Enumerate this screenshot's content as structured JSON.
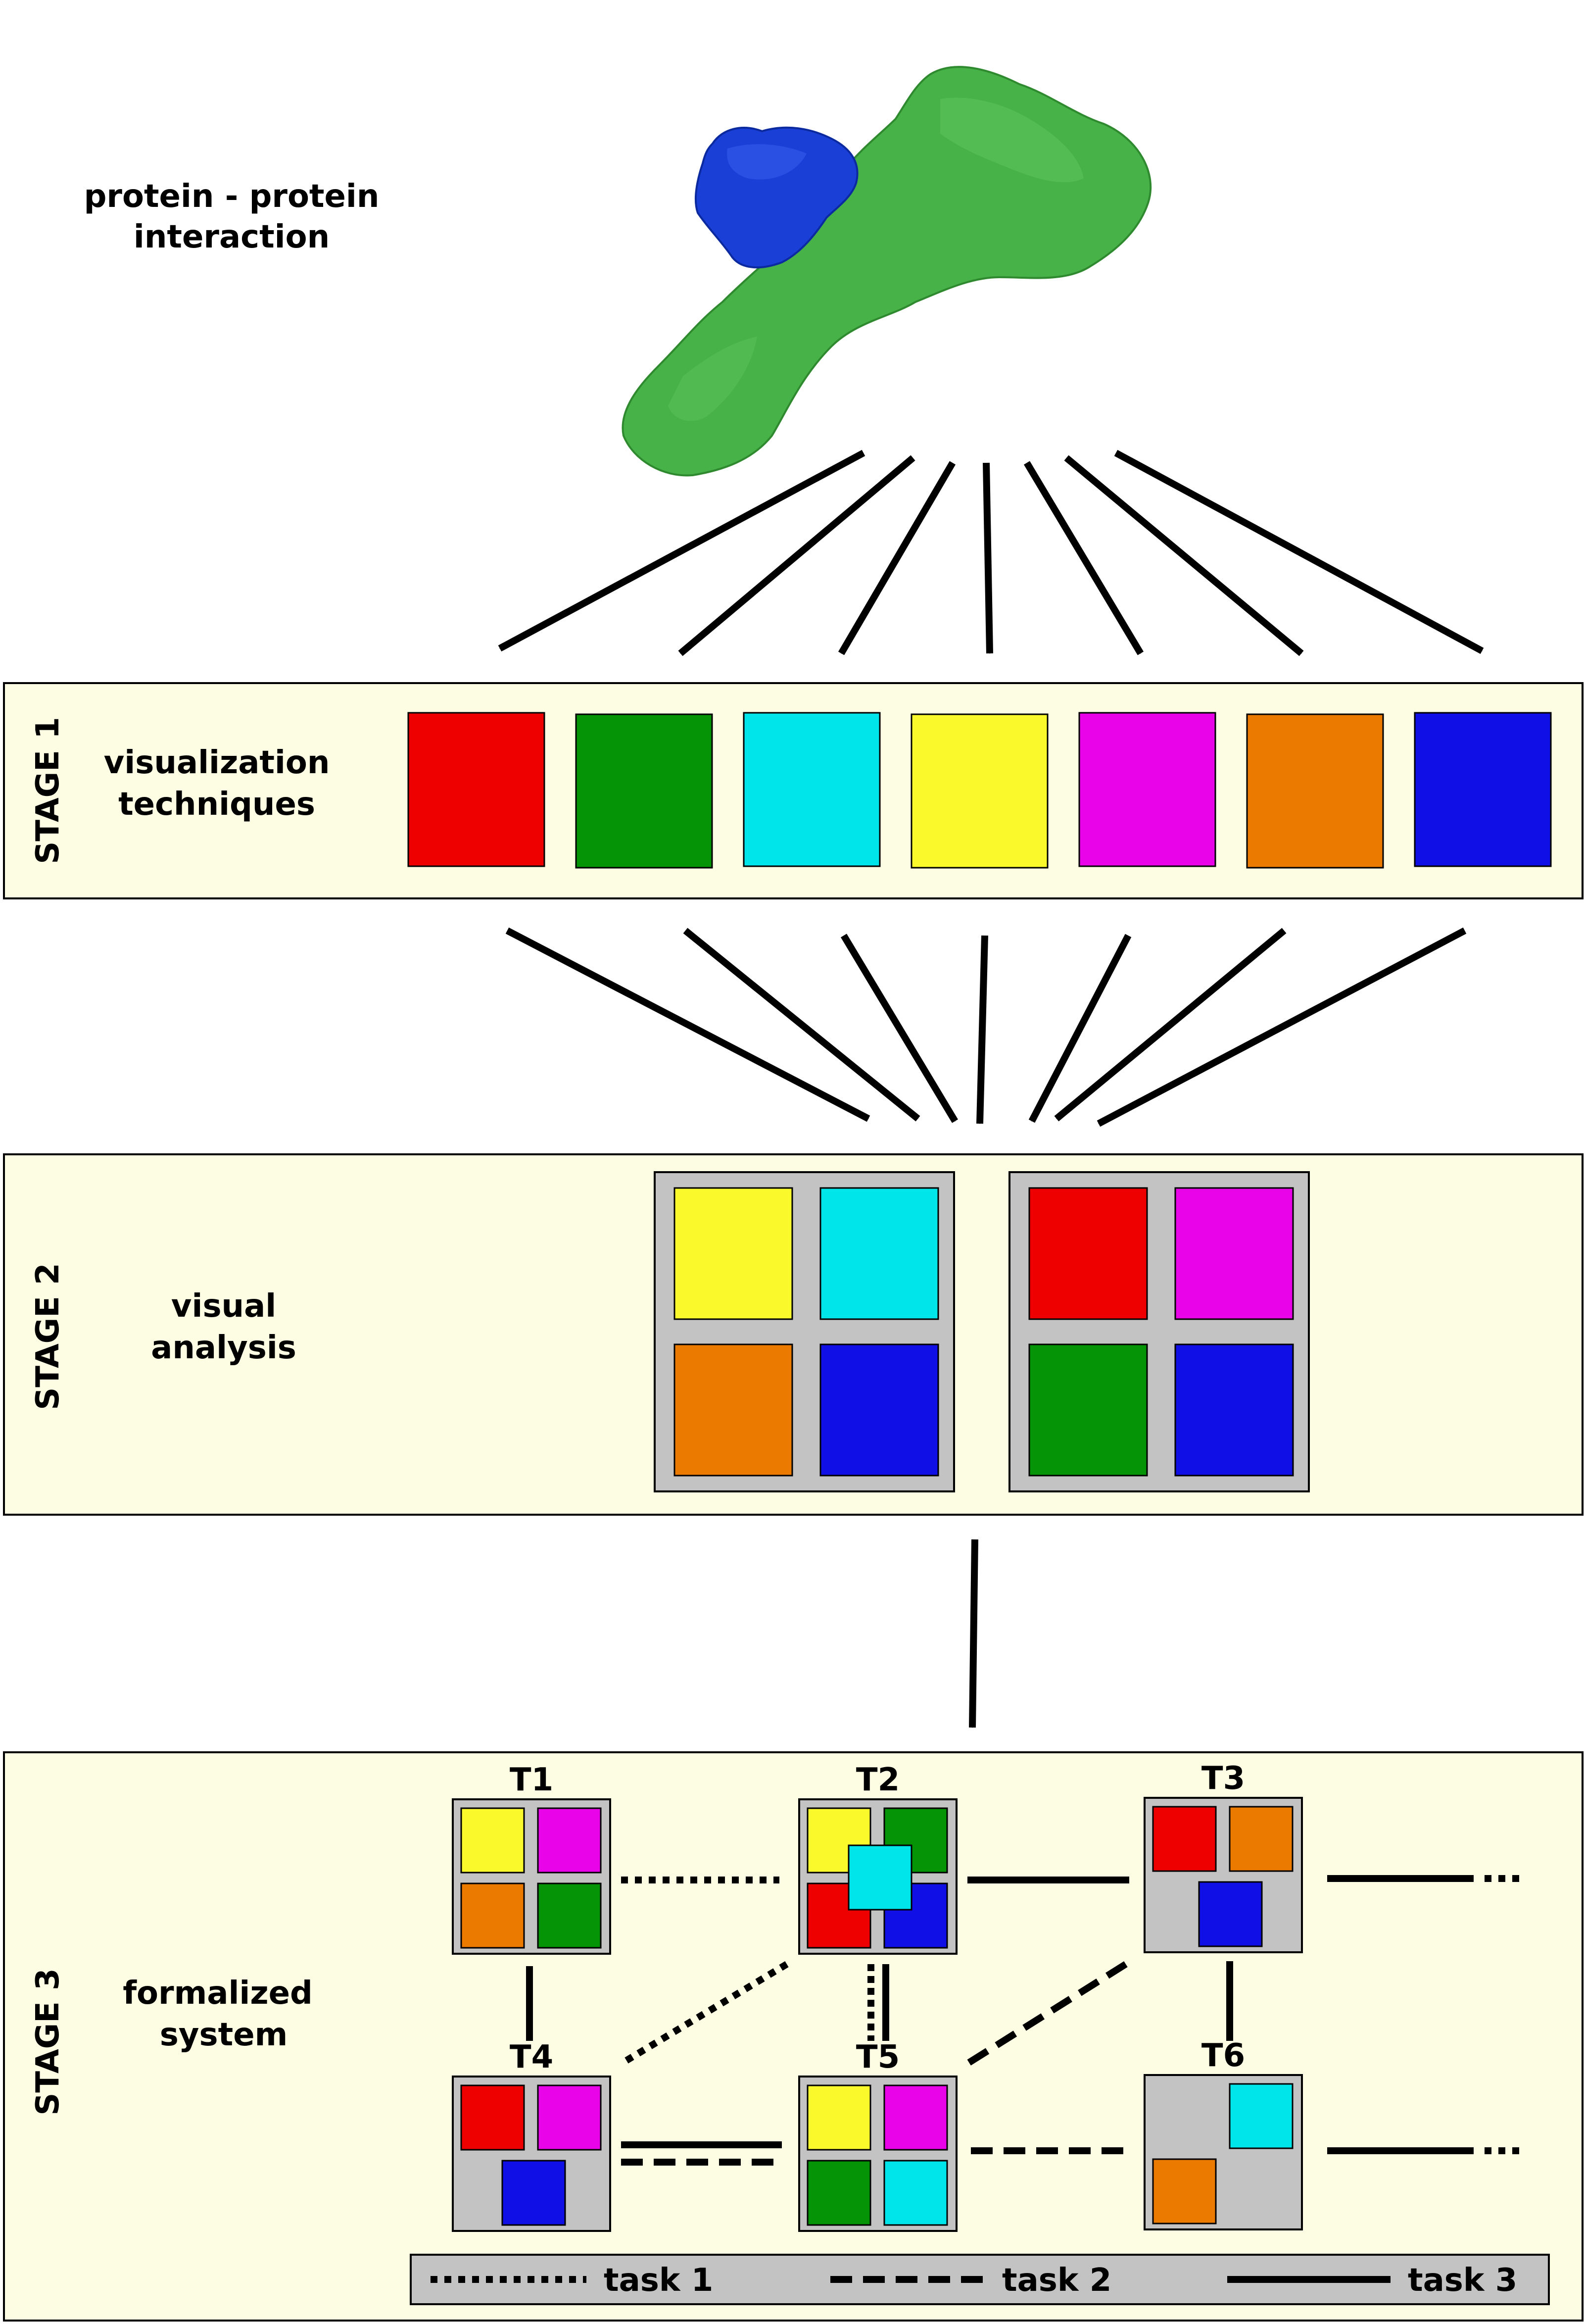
{
  "colors": {
    "red": "#ee0000",
    "green": "#059405",
    "cyan": "#00e5e9",
    "yellow": "#f9f92b",
    "magenta": "#e803e8",
    "orange": "#eb7a00",
    "blue": "#1010e6",
    "stage_bg": "#fdfde4",
    "cell_bg": "#c3c3c3",
    "protein_green": "#47b247",
    "protein_blue": "#1a3fd6"
  },
  "header": {
    "title_line1": "protein - protein",
    "title_line2": "interaction"
  },
  "stage1": {
    "tag": "STAGE 1",
    "label_line1": "visualization",
    "label_line2": "techniques",
    "techniques": [
      "red",
      "green",
      "cyan",
      "yellow",
      "magenta",
      "orange",
      "blue"
    ]
  },
  "stage2": {
    "tag": "STAGE 2",
    "label_line1": "visual",
    "label_line2": "analysis",
    "groups": [
      [
        "yellow",
        "cyan",
        "orange",
        "blue"
      ],
      [
        "red",
        "magenta",
        "green",
        "blue"
      ]
    ]
  },
  "stage3": {
    "tag": "STAGE 3",
    "label_line1": "formalized",
    "label_line2": "system",
    "nodes": [
      {
        "id": "T1",
        "label": "T1"
      },
      {
        "id": "T2",
        "label": "T2"
      },
      {
        "id": "T3",
        "label": "T3"
      },
      {
        "id": "T4",
        "label": "T4"
      },
      {
        "id": "T5",
        "label": "T5"
      },
      {
        "id": "T6",
        "label": "T6"
      }
    ],
    "legend": {
      "task1": "task 1",
      "task2": "task 2",
      "task3": "task 3"
    }
  }
}
